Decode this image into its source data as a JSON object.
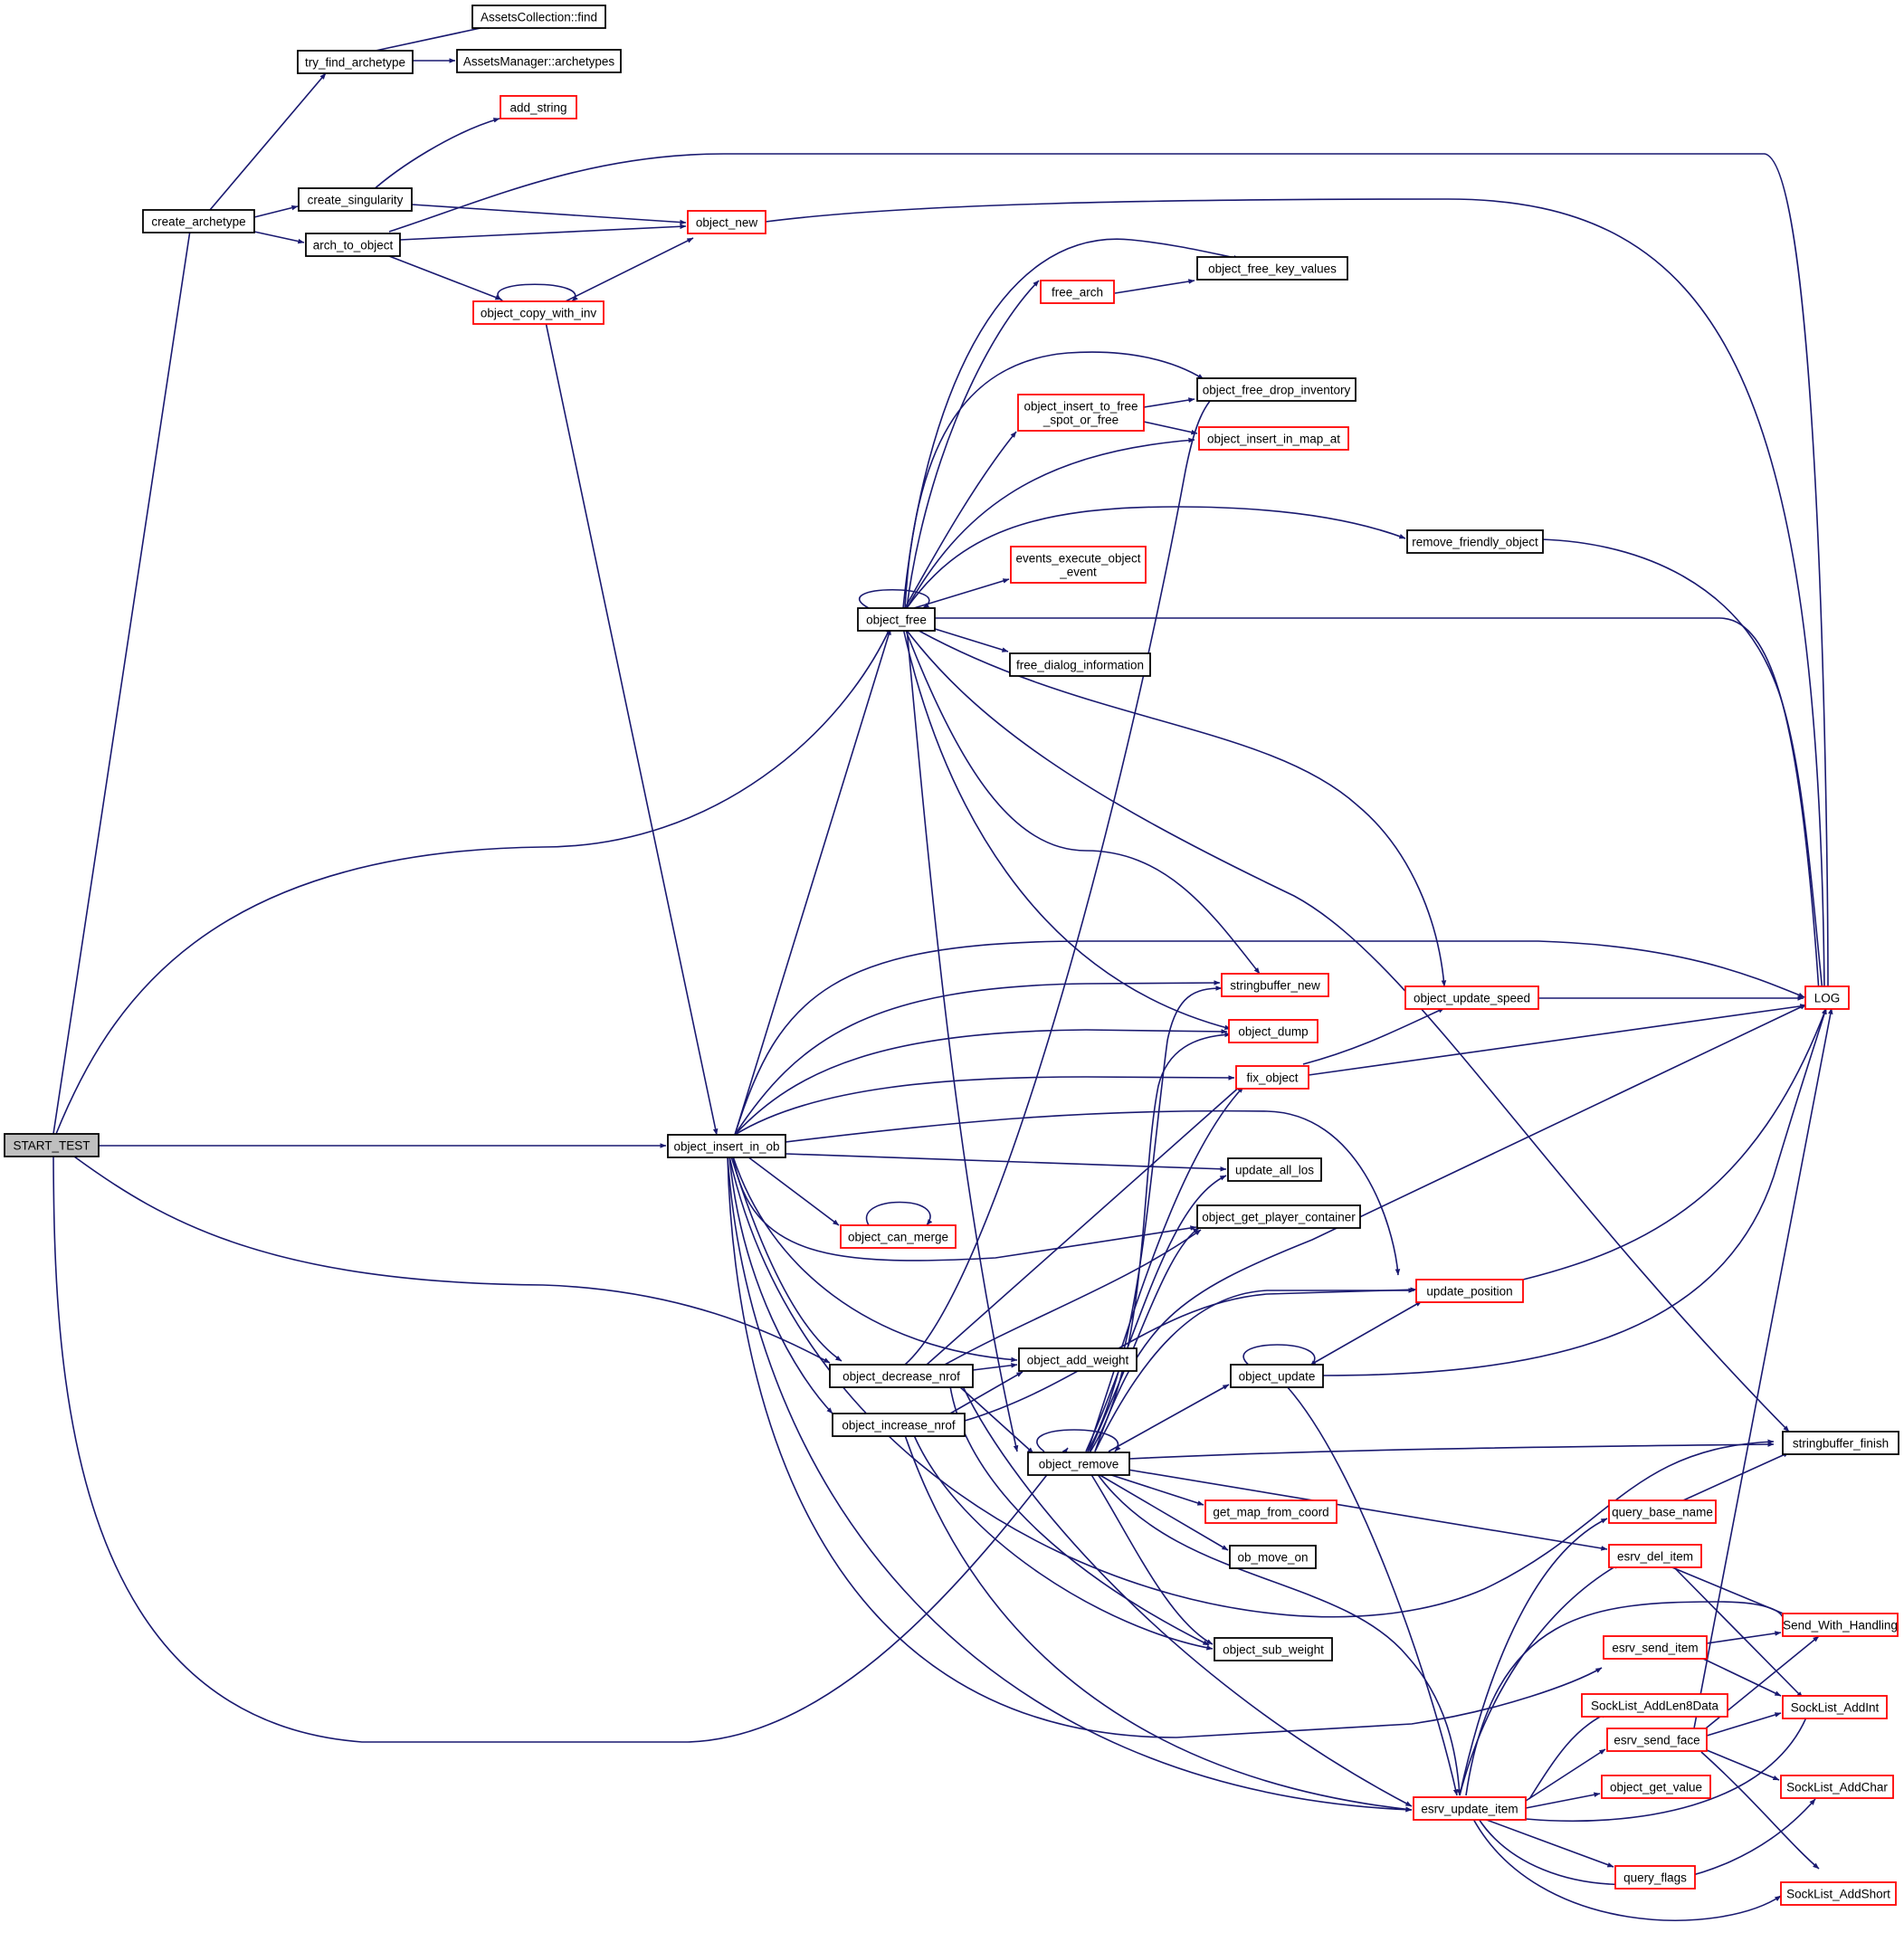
{
  "diagram": {
    "type": "call-graph",
    "edge_color": "#191970",
    "truncated_node_color": "#ff0000",
    "root_fill": "#bfbfbf",
    "nodes": {
      "start_test": {
        "label": [
          "START_TEST"
        ],
        "kind": "root"
      },
      "create_archetype": {
        "label": [
          "create_archetype"
        ],
        "kind": "normal"
      },
      "try_find_archetype": {
        "label": [
          "try_find_archetype"
        ],
        "kind": "normal"
      },
      "assets_find": {
        "label": [
          "AssetsCollection::find"
        ],
        "kind": "normal"
      },
      "assets_archetypes": {
        "label": [
          "AssetsManager::archetypes"
        ],
        "kind": "normal"
      },
      "add_string": {
        "label": [
          "add_string"
        ],
        "kind": "trunc"
      },
      "create_singularity": {
        "label": [
          "create_singularity"
        ],
        "kind": "normal"
      },
      "arch_to_object": {
        "label": [
          "arch_to_object"
        ],
        "kind": "normal"
      },
      "object_new": {
        "label": [
          "object_new"
        ],
        "kind": "trunc"
      },
      "object_copy_with_inv": {
        "label": [
          "object_copy_with_inv"
        ],
        "kind": "trunc"
      },
      "free_arch": {
        "label": [
          "free_arch"
        ],
        "kind": "trunc"
      },
      "object_free_key_values": {
        "label": [
          "object_free_key_values"
        ],
        "kind": "normal"
      },
      "object_insert_to_free": {
        "label": [
          "object_insert_to_free",
          "_spot_or_free"
        ],
        "kind": "trunc"
      },
      "object_free_drop_inventory": {
        "label": [
          "object_free_drop_inventory"
        ],
        "kind": "normal"
      },
      "object_insert_in_map_at": {
        "label": [
          "object_insert_in_map_at"
        ],
        "kind": "trunc"
      },
      "remove_friendly_object": {
        "label": [
          "remove_friendly_object"
        ],
        "kind": "normal"
      },
      "events_execute": {
        "label": [
          "events_execute_object",
          "_event"
        ],
        "kind": "trunc"
      },
      "object_free": {
        "label": [
          "object_free"
        ],
        "kind": "normal"
      },
      "free_dialog_information": {
        "label": [
          "free_dialog_information"
        ],
        "kind": "normal"
      },
      "stringbuffer_new": {
        "label": [
          "stringbuffer_new"
        ],
        "kind": "trunc"
      },
      "object_update_speed": {
        "label": [
          "object_update_speed"
        ],
        "kind": "trunc"
      },
      "log": {
        "label": [
          "LOG"
        ],
        "kind": "trunc"
      },
      "object_dump": {
        "label": [
          "object_dump"
        ],
        "kind": "trunc"
      },
      "fix_object": {
        "label": [
          "fix_object"
        ],
        "kind": "trunc"
      },
      "object_insert_in_ob": {
        "label": [
          "object_insert_in_ob"
        ],
        "kind": "normal"
      },
      "update_all_los": {
        "label": [
          "update_all_los"
        ],
        "kind": "normal"
      },
      "object_get_player_container": {
        "label": [
          "object_get_player_container"
        ],
        "kind": "normal"
      },
      "object_can_merge": {
        "label": [
          "object_can_merge"
        ],
        "kind": "trunc"
      },
      "update_position": {
        "label": [
          "update_position"
        ],
        "kind": "trunc"
      },
      "object_decrease_nrof": {
        "label": [
          "object_decrease_nrof"
        ],
        "kind": "normal"
      },
      "object_add_weight": {
        "label": [
          "object_add_weight"
        ],
        "kind": "normal"
      },
      "object_update": {
        "label": [
          "object_update"
        ],
        "kind": "normal"
      },
      "object_increase_nrof": {
        "label": [
          "object_increase_nrof"
        ],
        "kind": "normal"
      },
      "stringbuffer_finish": {
        "label": [
          "stringbuffer_finish"
        ],
        "kind": "normal"
      },
      "object_remove": {
        "label": [
          "object_remove"
        ],
        "kind": "normal"
      },
      "get_map_from_coord": {
        "label": [
          "get_map_from_coord"
        ],
        "kind": "trunc"
      },
      "query_base_name": {
        "label": [
          "query_base_name"
        ],
        "kind": "trunc"
      },
      "ob_move_on": {
        "label": [
          "ob_move_on"
        ],
        "kind": "normal"
      },
      "esrv_del_item": {
        "label": [
          "esrv_del_item"
        ],
        "kind": "trunc"
      },
      "send_with_handling": {
        "label": [
          "Send_With_Handling"
        ],
        "kind": "trunc"
      },
      "object_sub_weight": {
        "label": [
          "object_sub_weight"
        ],
        "kind": "normal"
      },
      "esrv_send_item": {
        "label": [
          "esrv_send_item"
        ],
        "kind": "trunc"
      },
      "socklist_addlen8data": {
        "label": [
          "SockList_AddLen8Data"
        ],
        "kind": "trunc"
      },
      "socklist_addint": {
        "label": [
          "SockList_AddInt"
        ],
        "kind": "trunc"
      },
      "esrv_send_face": {
        "label": [
          "esrv_send_face"
        ],
        "kind": "trunc"
      },
      "object_get_value": {
        "label": [
          "object_get_value"
        ],
        "kind": "trunc"
      },
      "socklist_addchar": {
        "label": [
          "SockList_AddChar"
        ],
        "kind": "trunc"
      },
      "esrv_update_item": {
        "label": [
          "esrv_update_item"
        ],
        "kind": "trunc"
      },
      "query_flags": {
        "label": [
          "query_flags"
        ],
        "kind": "trunc"
      },
      "socklist_addshort": {
        "label": [
          "SockList_AddShort"
        ],
        "kind": "trunc"
      }
    }
  }
}
